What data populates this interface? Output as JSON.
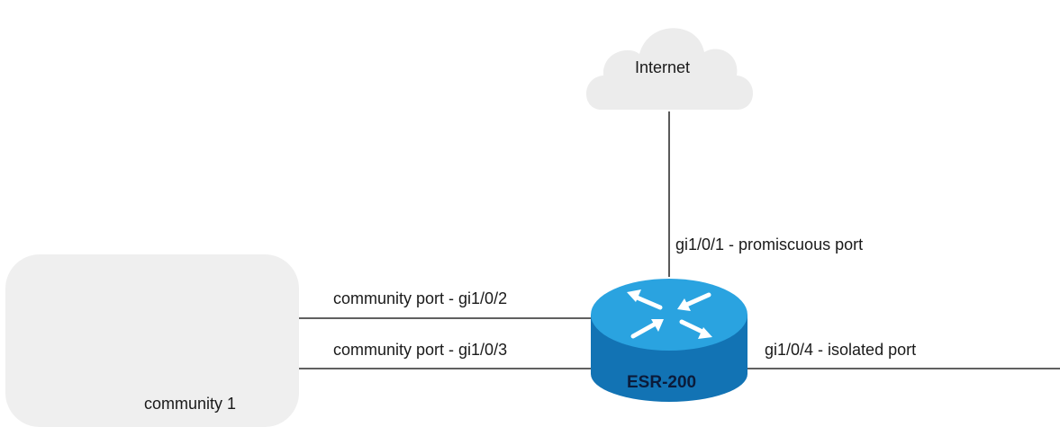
{
  "diagram": {
    "cloud": {
      "label": "Internet",
      "fill": "#ececec"
    },
    "router": {
      "label": "ESR-200",
      "top_color": "#2aa3e0",
      "side_color": "#1273b4",
      "label_color": "#0b1b3a"
    },
    "group": {
      "label": "community 1",
      "fill": "#efefef"
    },
    "links": {
      "uplink_label": "gi1/0/1 - promiscuous port",
      "community_port_1_label": "community port - gi1/0/2",
      "community_port_2_label": "community port - gi1/0/3",
      "isolated_label": "gi1/0/4 - isolated port"
    }
  }
}
